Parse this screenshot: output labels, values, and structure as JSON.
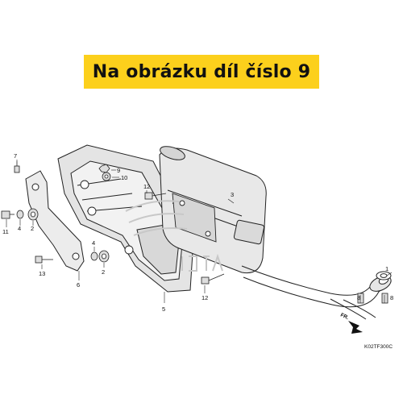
{
  "banner": {
    "title": "Na obrázku díl číslo 9"
  },
  "callouts": [
    "1",
    "2",
    "2",
    "3",
    "4",
    "4",
    "5",
    "6",
    "7",
    "8",
    "8",
    "9",
    "10",
    "11",
    "12",
    "12",
    "13"
  ],
  "direction_marker": "FR.",
  "diagram_code": "K02TF300C",
  "colors": {
    "banner_bg": "#fcd01c",
    "banner_text": "#111111",
    "line": "#222222",
    "shade": "#dcdcdc"
  }
}
